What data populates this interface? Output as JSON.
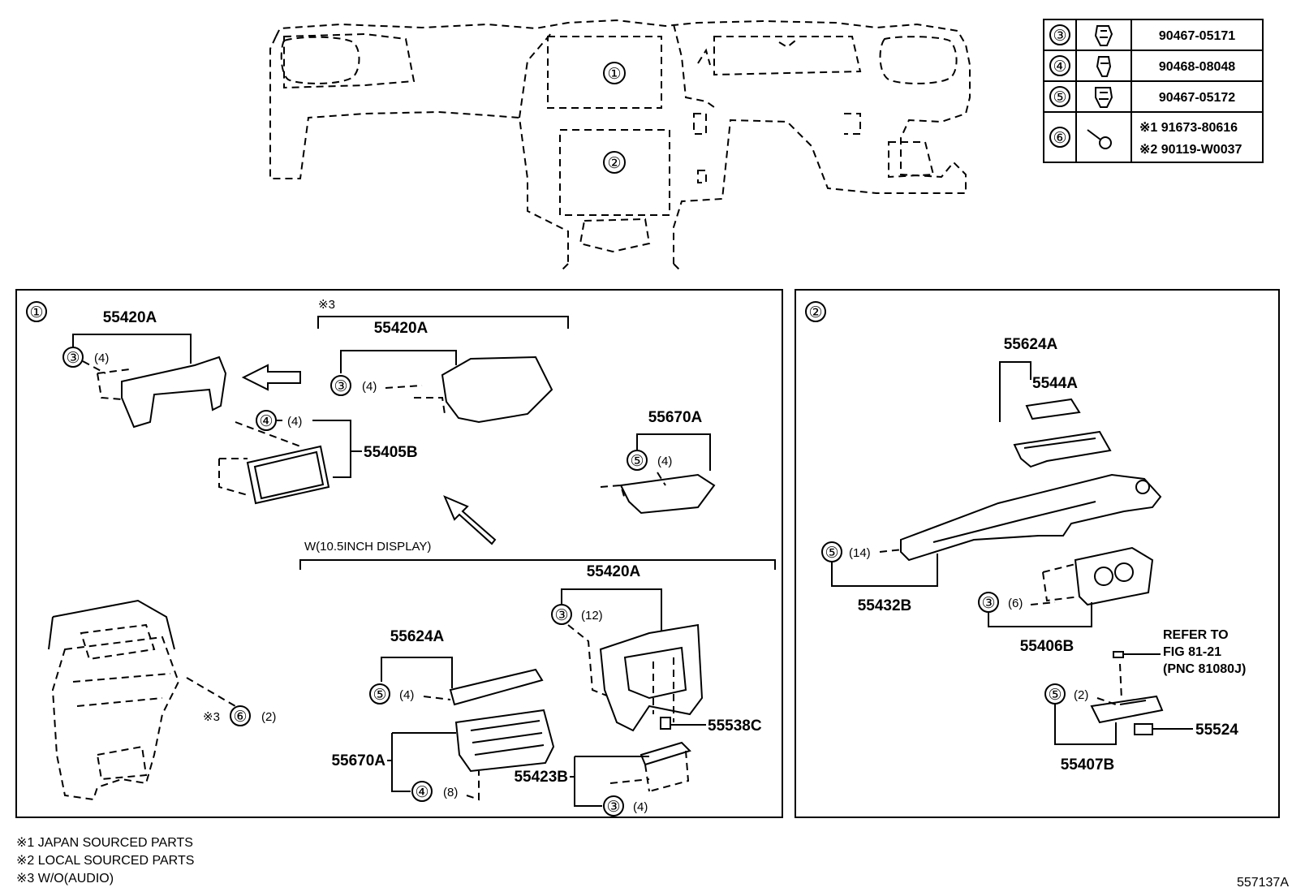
{
  "fasteners": [
    {
      "ref": "③",
      "part_no": "90467-05171",
      "icon": "clip-icon"
    },
    {
      "ref": "④",
      "part_no": "90468-08048",
      "icon": "clip-icon"
    },
    {
      "ref": "⑤",
      "part_no": "90467-05172",
      "icon": "clip-icon"
    },
    {
      "ref": "⑥",
      "part_no_1": "※1 91673-80616",
      "part_no_2": "※2 90119-W0037",
      "icon": "screw-icon"
    }
  ],
  "overview": {
    "callout_1": "①",
    "callout_2": "②"
  },
  "panel1": {
    "tag": "①",
    "upper_left_part": "55420A",
    "upper_left_qty": "(4)",
    "note3": "※3",
    "upper_mid_part": "55420A",
    "upper_mid_qty": "(4)",
    "display_frame_part": "55405B",
    "display_frame_qty": "(4)",
    "right_part": "55670A",
    "right_qty": "(4)",
    "w_display": "W(10.5INCH DISPLAY)",
    "lower_cluster_part": "55420A",
    "lower_cluster_qty": "(12)",
    "switch_part": "55624A",
    "switch_qty": "(4)",
    "ac_panel_part": "55670A",
    "ac_panel_qty": "(8)",
    "bracket_part": "55423B",
    "bracket_qty": "(4)",
    "clip_part": "55538C",
    "screw_note": "※3",
    "screw_qty": "(2)"
  },
  "panel2": {
    "tag": "②",
    "top_part": "55624A",
    "pad_part": "5544A",
    "console_qty": "(14)",
    "console_part": "55432B",
    "control_qty": "(6)",
    "control_part": "55406B",
    "refer_1": "REFER TO",
    "refer_2": "FIG 81-21",
    "refer_3": "(PNC 81080J)",
    "bottom_qty": "(2)",
    "bottom_part": "55407B",
    "switch_part": "55524"
  },
  "footnotes": [
    "※1 JAPAN SOURCED PARTS",
    "※2 LOCAL SOURCED PARTS",
    "※3 W/O(AUDIO)"
  ],
  "figure_id": "557137A"
}
